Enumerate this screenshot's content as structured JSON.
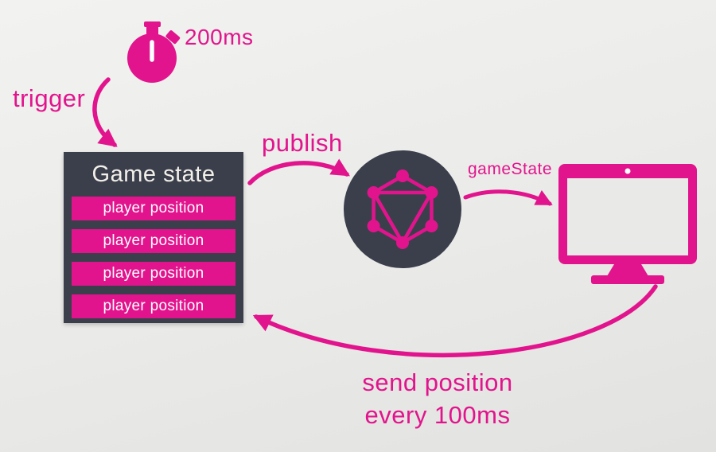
{
  "colors": {
    "accent": "#e2148d",
    "dark": "#3b3f4c",
    "background": "#eaeae8",
    "bar_text": "#ffffff",
    "box_title_text": "#f3f0ea"
  },
  "stopwatch": {
    "icon": "stopwatch-icon",
    "duration_label": "200ms"
  },
  "flow_labels": {
    "trigger": "trigger",
    "publish": "publish",
    "gamestate": "gameState",
    "send_position_line1": "send position",
    "send_position_line2": "every 100ms"
  },
  "game_state_box": {
    "title": "Game state",
    "rows": [
      "player position",
      "player position",
      "player position",
      "player position"
    ]
  },
  "nodes": {
    "broker_icon": "graphql-logo-icon",
    "client_icon": "monitor-icon"
  }
}
